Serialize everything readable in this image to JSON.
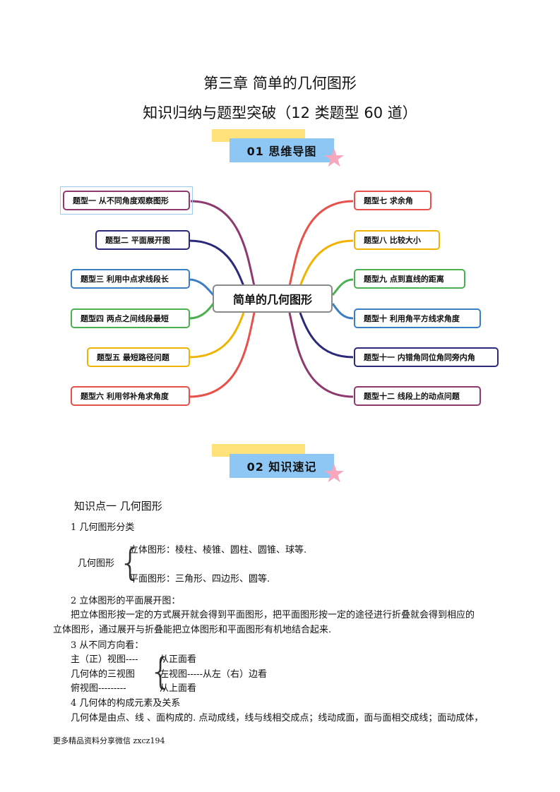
{
  "title": {
    "line1": "第三章  简单的几何图形",
    "line2": "知识归纳与题型突破（12 类题型 60 道）"
  },
  "sections": [
    {
      "label": "01    思维导图"
    },
    {
      "label": "02    知识速记"
    }
  ],
  "mindmap": {
    "center": "简单的几何图形",
    "left": [
      {
        "label": "题型一    从不同角度观察图形",
        "color": "#8e3a6e"
      },
      {
        "label": "题型二    平面展开图",
        "color": "#2b2a7a"
      },
      {
        "label": "题型三    利用中点求线段长",
        "color": "#3a7fc4"
      },
      {
        "label": "题型四    两点之间线段最短",
        "color": "#4caf50"
      },
      {
        "label": "题型五    最短路径问题",
        "color": "#f0b400"
      },
      {
        "label": "题型六    利用邻补角求角度",
        "color": "#e8504a"
      }
    ],
    "right": [
      {
        "label": "题型七    求余角",
        "color": "#e8504a"
      },
      {
        "label": "题型八    比较大小",
        "color": "#f0b400"
      },
      {
        "label": "题型九    点到直线的距离",
        "color": "#4caf50"
      },
      {
        "label": "题型十    利用角平方线求角度",
        "color": "#3a7fc4"
      },
      {
        "label": "题型十一    内错角同位角同旁内角",
        "color": "#2b2a7a"
      },
      {
        "label": "题型十二    线段上的动点问题",
        "color": "#8e3a6e"
      }
    ]
  },
  "knowledge": {
    "heading": "知识点一  几何图形",
    "s1_title": "1 几何图形分类",
    "s1_root": "几何图形",
    "s1_solid": "立体图形：棱柱、棱锥、圆柱、圆锥、球等.",
    "s1_plane": "平面图形：三角形、四边形、圆等.",
    "s2_title": "2 立体图形的平面展开图：",
    "s2_line1": "把立体图形按一定的方式展开就会得到平面图形，把平面图形按一定的途径进行折叠就会得到相应的",
    "s2_line2": "立体图形，通过展开与折叠能把立体图形和平面图形有机地结合起来.",
    "s3_title": "3 从不同方向看：",
    "s3_left1": "主（正）视图----",
    "s3_left2": "几何体的三视图",
    "s3_left3": "俯视图---------",
    "s3_right1": "从正面看",
    "s3_right2": "左视图-----从左（右）边看",
    "s3_right3": "从上面看",
    "s4_title": "4 几何体的构成元素及关系",
    "s4_line1": "几何体是由点、线 、面构成的. 点动成线，线与线相交成点；线动成面，面与面相交成线；面动成体，"
  },
  "footer": "更多精品资料分享微信 zxcz194"
}
